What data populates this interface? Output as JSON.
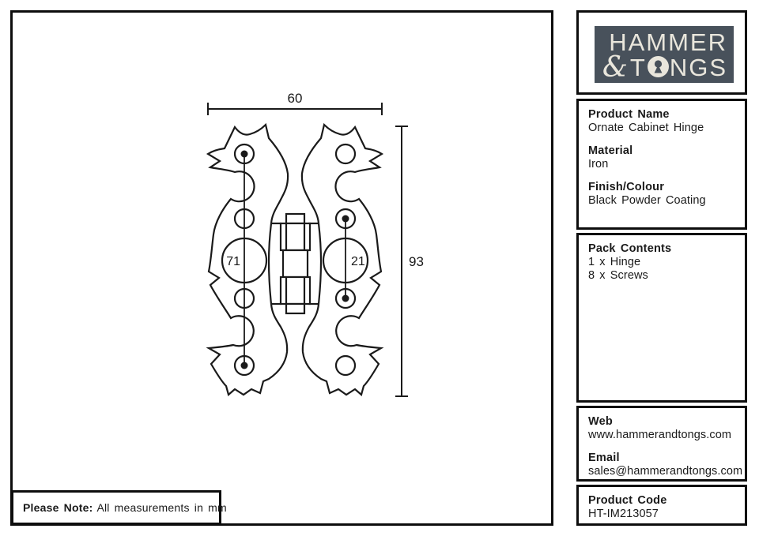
{
  "logo": {
    "line1": "HAMMER",
    "ampersand": "&",
    "tongs_t": "T",
    "tongs_rest": "NGS",
    "colors": {
      "background": "#48515b",
      "foreground": "#e9e6dc"
    }
  },
  "details": {
    "fields": [
      {
        "label": "Product Name",
        "value": "Ornate Cabinet Hinge"
      },
      {
        "label": "Material",
        "value": "Iron"
      },
      {
        "label": "Finish/Colour",
        "value": "Black Powder Coating"
      }
    ]
  },
  "pack": {
    "label": "Pack Contents",
    "items": [
      "1 x Hinge",
      "8 x Screws"
    ]
  },
  "contact": {
    "fields": [
      {
        "label": "Web",
        "value": "www.hammerandtongs.com"
      },
      {
        "label": "Email",
        "value": "sales@hammerandtongs.com"
      }
    ]
  },
  "product_code": {
    "label": "Product Code",
    "value": "HT-IM213057"
  },
  "note": {
    "label": "Please Note:",
    "text": "All measurements in mm"
  },
  "drawing": {
    "dim_width": "60",
    "dim_height": "93",
    "dim_left_holes": "71",
    "dim_right_holes": "21",
    "units": "mm"
  }
}
